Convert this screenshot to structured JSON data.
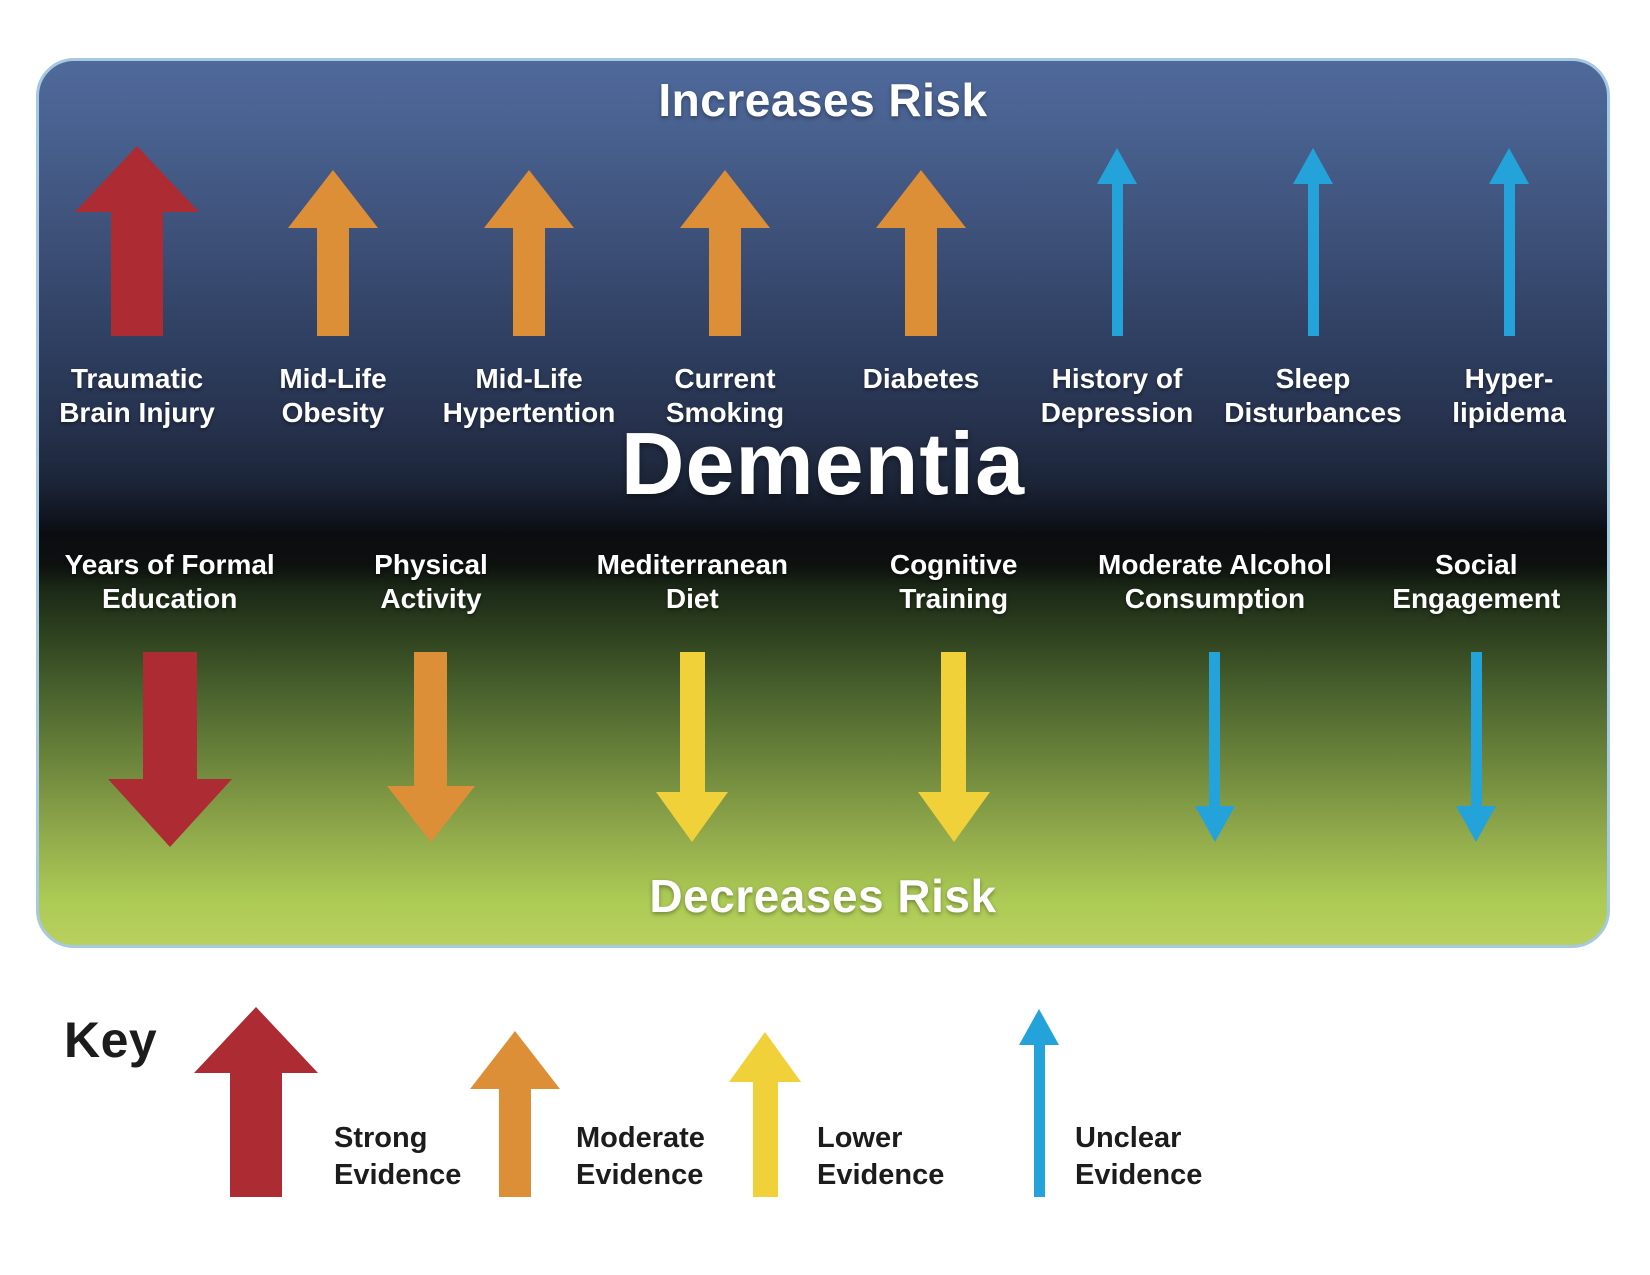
{
  "panel": {
    "increases_title": "Increases Risk",
    "center_title": "Dementia",
    "decreases_title": "Decreases Risk",
    "top_factors": [
      {
        "label": "Traumatic\nBrain Injury",
        "evidence": "strong"
      },
      {
        "label": "Mid-Life\nObesity",
        "evidence": "moderate"
      },
      {
        "label": "Mid-Life\nHypertention",
        "evidence": "moderate"
      },
      {
        "label": "Current\nSmoking",
        "evidence": "moderate"
      },
      {
        "label": "Diabetes",
        "evidence": "moderate"
      },
      {
        "label": "History of\nDepression",
        "evidence": "unclear"
      },
      {
        "label": "Sleep\nDisturbances",
        "evidence": "unclear"
      },
      {
        "label": "Hyper-\nlipidema",
        "evidence": "unclear"
      }
    ],
    "bottom_factors": [
      {
        "label": "Years of Formal\nEducation",
        "evidence": "strong"
      },
      {
        "label": "Physical\nActivity",
        "evidence": "moderate"
      },
      {
        "label": "Mediterranean\nDiet",
        "evidence": "lower"
      },
      {
        "label": "Cognitive\nTraining",
        "evidence": "lower"
      },
      {
        "label": "Moderate Alcohol\nConsumption",
        "evidence": "unclear"
      },
      {
        "label": "Social\nEngagement",
        "evidence": "unclear"
      }
    ]
  },
  "key": {
    "title": "Key",
    "items": [
      {
        "label": "Strong\nEvidence",
        "evidence": "strong"
      },
      {
        "label": "Moderate\nEvidence",
        "evidence": "moderate"
      },
      {
        "label": "Lower\nEvidence",
        "evidence": "lower"
      },
      {
        "label": "Unclear\nEvidence",
        "evidence": "unclear"
      }
    ]
  },
  "colors": {
    "strong": "#ad2b33",
    "moderate": "#dd8f38",
    "lower": "#f0d139",
    "unclear": "#24a3da"
  }
}
